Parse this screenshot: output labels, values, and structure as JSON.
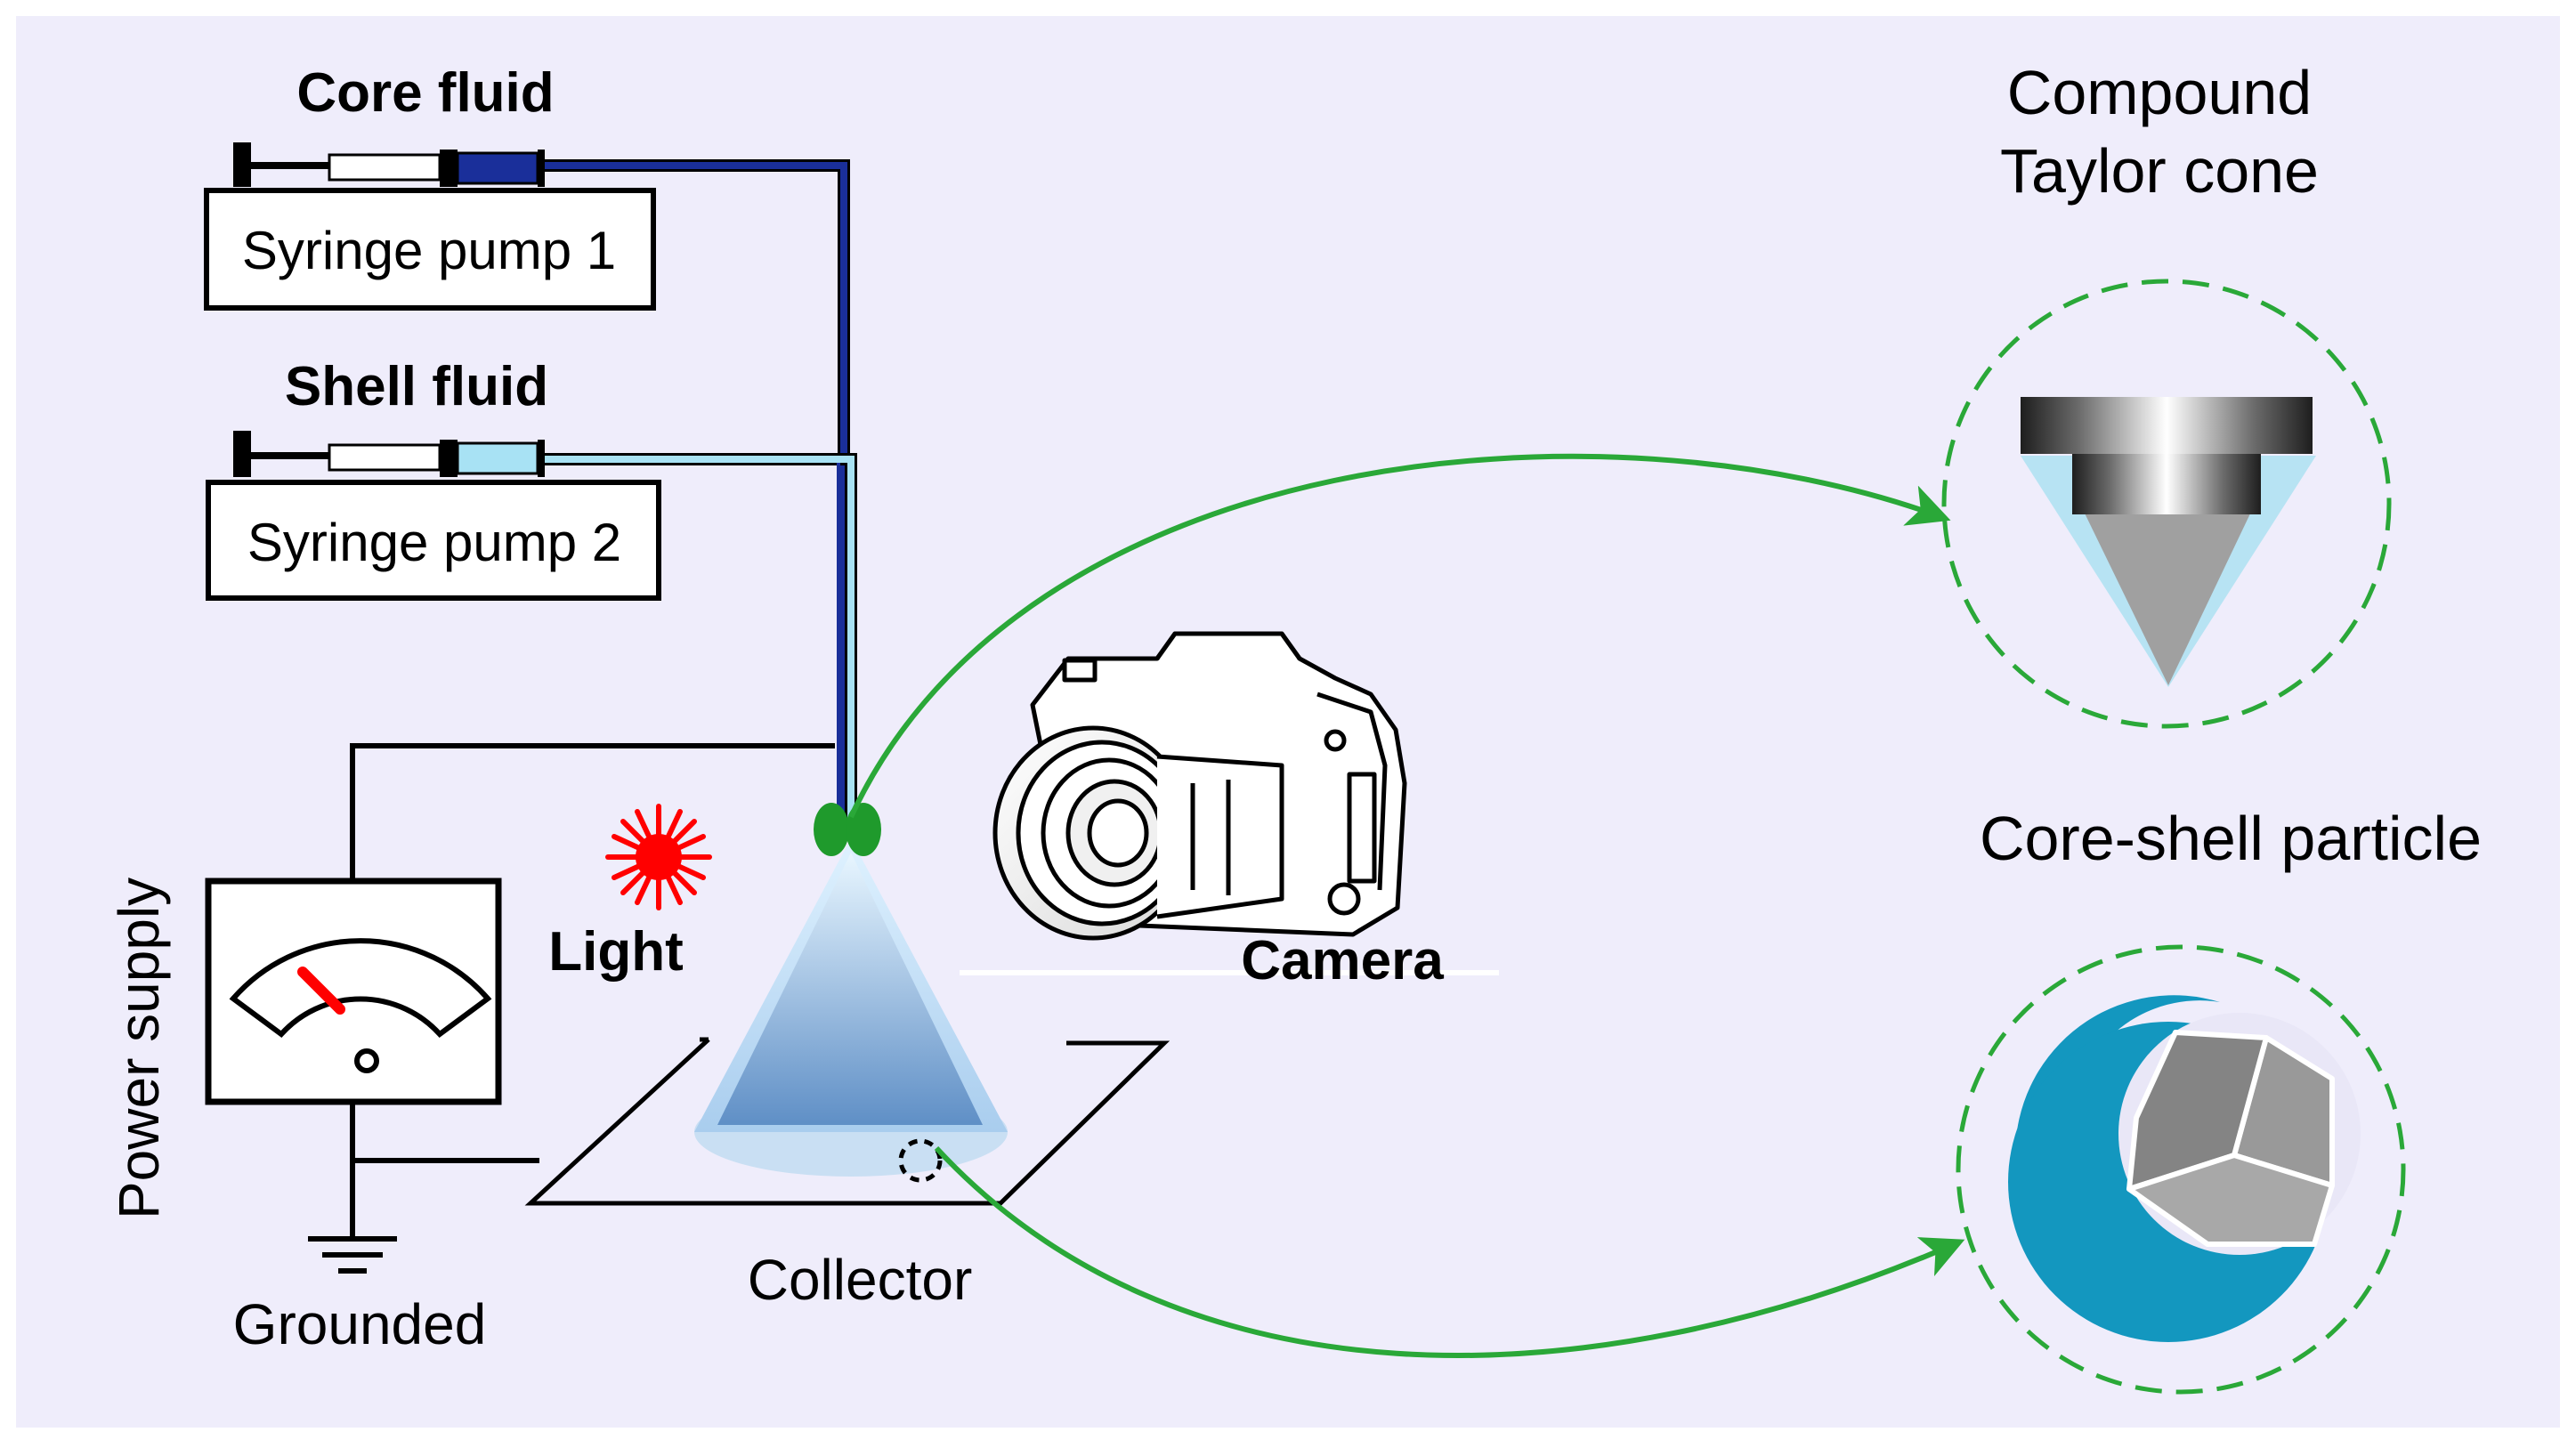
{
  "labels": {
    "core_fluid": "Core fluid",
    "shell_fluid": "Shell fluid",
    "pump1": "Syringe pump 1",
    "pump2": "Syringe pump 2",
    "power_supply": "Power supply",
    "grounded": "Grounded",
    "light": "Light",
    "collector": "Collector",
    "camera": "Camera",
    "compound_line1": "Compound",
    "compound_line2": "Taylor cone",
    "core_shell_particle": "Core-shell particle"
  },
  "colors": {
    "background": "#efedfb",
    "core_fluid": "#1a2f9a",
    "shell_fluid": "#a8e2f4",
    "arrow": "#2aa838",
    "light": "#ff0000",
    "particle_shell": "#1397bf",
    "particle_core": "#8c8c8c",
    "needle_tip": "#1f9a2c"
  },
  "icons": {
    "camera": "camera-icon",
    "light": "light-burst-icon",
    "ground": "ground-symbol-icon",
    "meter": "meter-gauge-icon"
  }
}
